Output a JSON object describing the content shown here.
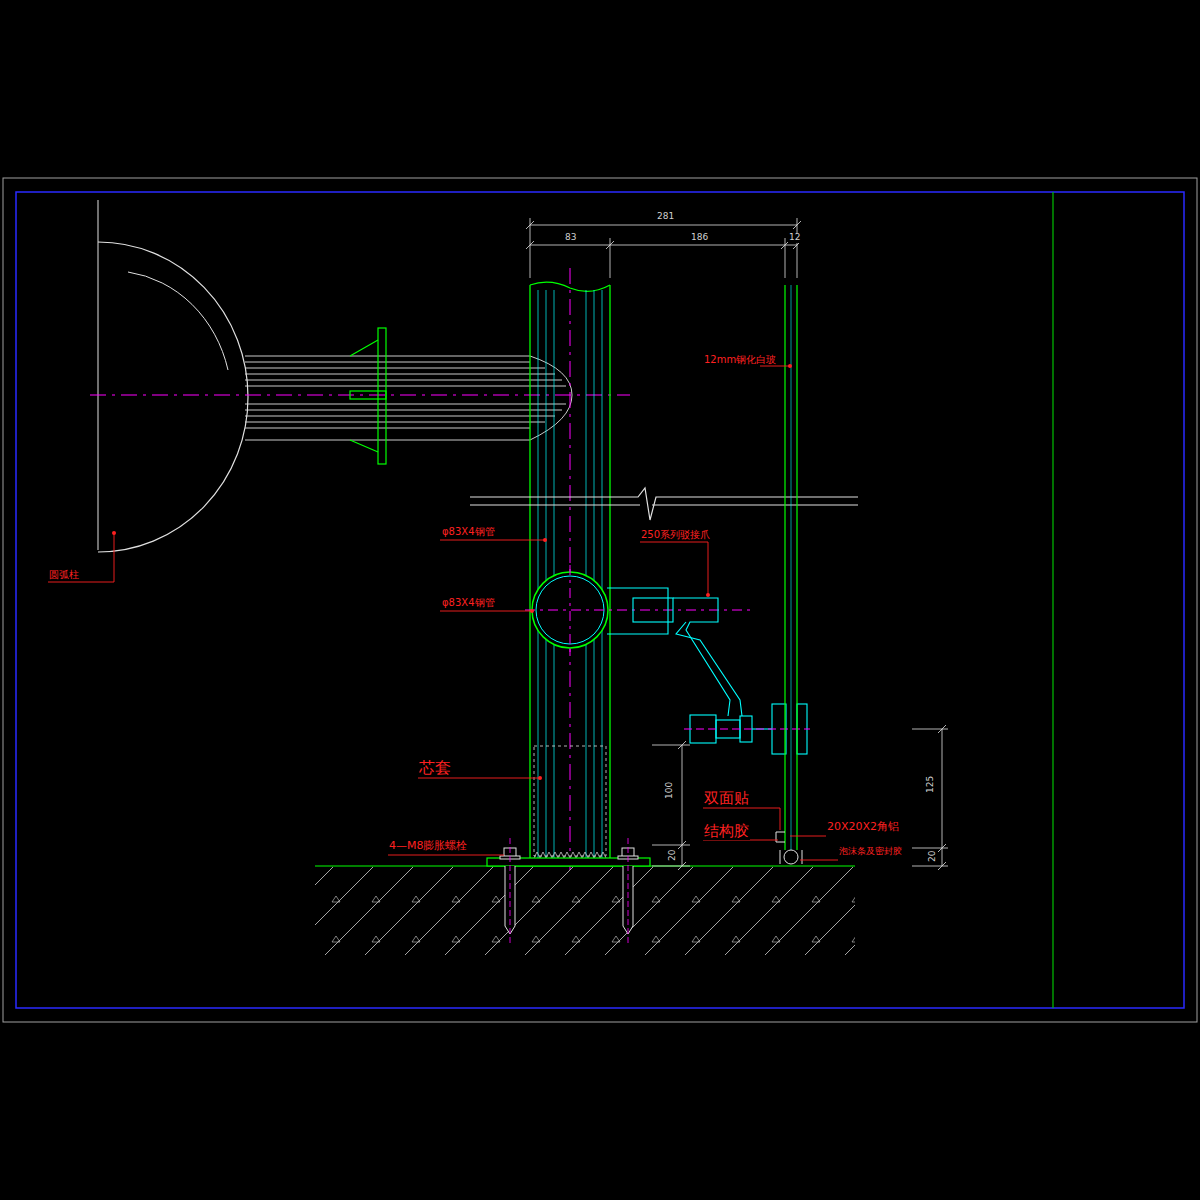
{
  "diagram": {
    "labels": [
      "281",
      "83",
      "186",
      "12",
      "12mm钢化白玻",
      "φ83X4钢管",
      "250系列驳接爪",
      "φ83X4钢管",
      "圆弧柱",
      "芯套",
      "双面贴",
      "结构胶",
      "20X20X2角铝",
      "4—M8膨胀螺栓",
      "泡沫条及密封胶",
      "100",
      "20",
      "125",
      "20"
    ]
  }
}
